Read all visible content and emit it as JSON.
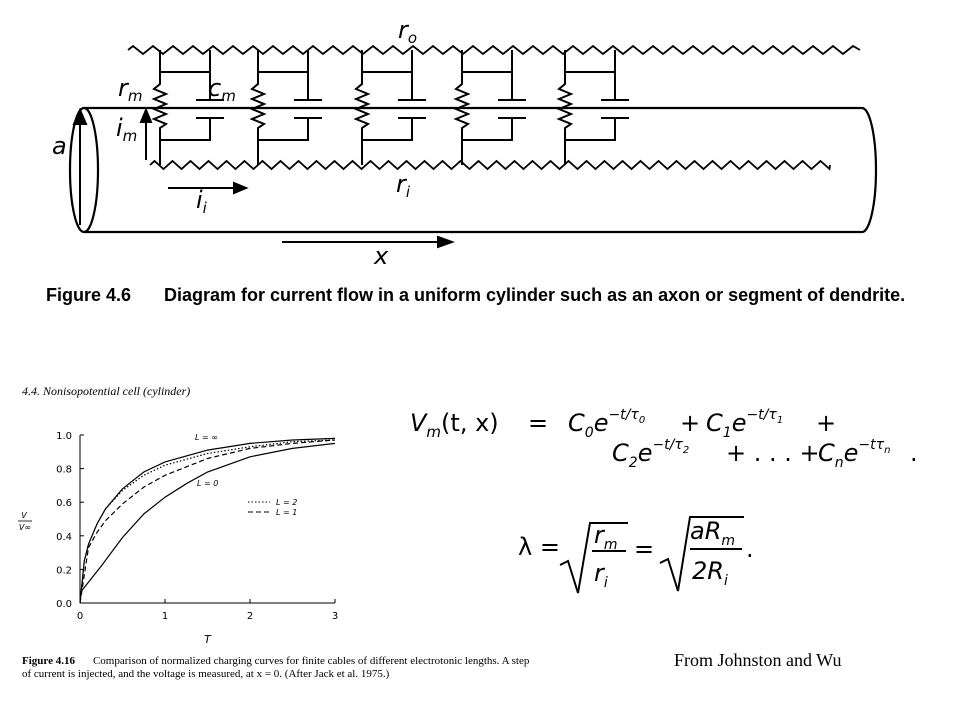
{
  "figure_4_6": {
    "label_ro": "r",
    "label_ro_sub": "o",
    "label_rm": "r",
    "label_rm_sub": "m",
    "label_cm": "c",
    "label_cm_sub": "m",
    "label_im": "i",
    "label_im_sub": "m",
    "label_a": "a",
    "label_ri": "r",
    "label_ri_sub": "i",
    "label_ii": "i",
    "label_ii_sub": "i",
    "label_x": "x",
    "caption_number": "Figure 4.6",
    "caption_text": "Diagram for current flow in a uniform cylinder such as an axon or segment of dendrite."
  },
  "chart_header": "4.4.  Nonisopotential cell (cylinder)",
  "equations": {
    "vm_lhs": "V",
    "vm_lhs_sub": "m",
    "vm_args": "(t, x)",
    "equals": "=",
    "term0": "C",
    "term0_sub": "0",
    "term0_exp": "−t/τ",
    "term0_exp_sub": "0",
    "term1": "C",
    "term1_sub": "1",
    "term1_exp": "−t/τ",
    "term1_exp_sub": "1",
    "term2": "C",
    "term2_sub": "2",
    "term2_exp": "−t/τ",
    "term2_exp_sub": "2",
    "termn": "C",
    "termn_sub": "n",
    "termn_exp": "−tτ",
    "termn_exp_sub": "n",
    "e": "e",
    "plus": "+",
    "dots": "+ . . . +",
    "period": ".",
    "lambda": "λ =",
    "lam_num1": "r",
    "lam_num1_sub": "m",
    "lam_den1": "r",
    "lam_den1_sub": "i",
    "lam_num2": "aR",
    "lam_num2_sub": "m",
    "lam_den2": "2R",
    "lam_den2_sub": "i"
  },
  "chart_data": {
    "type": "line",
    "title": "",
    "xlabel": "T",
    "ylabel": "V / V∞",
    "ylabel_num": "V",
    "ylabel_den": "V∞",
    "xlim": [
      0,
      3
    ],
    "ylim": [
      0,
      1.0
    ],
    "xticks": [
      "0",
      "1",
      "2",
      "3"
    ],
    "yticks": [
      "0.0",
      "0.2",
      "0.4",
      "0.6",
      "0.8",
      "1.0"
    ],
    "grid": false,
    "series": [
      {
        "name": "L = ∞",
        "style": "solid",
        "x": [
          0,
          0.05,
          0.1,
          0.2,
          0.3,
          0.5,
          0.75,
          1.0,
          1.5,
          2.0,
          2.5,
          3.0
        ],
        "values": [
          0,
          0.25,
          0.35,
          0.47,
          0.56,
          0.68,
          0.78,
          0.84,
          0.91,
          0.95,
          0.97,
          0.98
        ]
      },
      {
        "name": "L = 2",
        "style": "dotted",
        "x": [
          0,
          0.05,
          0.1,
          0.2,
          0.3,
          0.5,
          0.75,
          1.0,
          1.5,
          2.0,
          2.5,
          3.0
        ],
        "values": [
          0,
          0.25,
          0.35,
          0.47,
          0.56,
          0.67,
          0.76,
          0.82,
          0.89,
          0.93,
          0.96,
          0.97
        ]
      },
      {
        "name": "L = 1",
        "style": "dashed",
        "x": [
          0,
          0.1,
          0.2,
          0.3,
          0.5,
          0.75,
          1.0,
          1.5,
          2.0,
          2.5,
          3.0
        ],
        "values": [
          0,
          0.33,
          0.42,
          0.49,
          0.59,
          0.69,
          0.76,
          0.86,
          0.92,
          0.95,
          0.97
        ]
      },
      {
        "name": "L = 0",
        "style": "solid",
        "x": [
          0,
          0.25,
          0.5,
          0.75,
          1.0,
          1.25,
          1.5,
          2.0,
          2.5,
          3.0
        ],
        "values": [
          0.06,
          0.22,
          0.39,
          0.53,
          0.63,
          0.71,
          0.78,
          0.87,
          0.92,
          0.95
        ]
      }
    ],
    "annotations": [
      "L = ∞",
      "L = 0",
      "L = 2",
      "L = 1"
    ]
  },
  "figure_4_16": {
    "caption_number": "Figure 4.16",
    "caption_text": "Comparison of normalized charging curves for finite cables of different electrotonic lengths. A step of current is injected, and the voltage is measured, at x = 0. (After Jack et al. 1975.)"
  },
  "credit": "From Johnston and Wu"
}
